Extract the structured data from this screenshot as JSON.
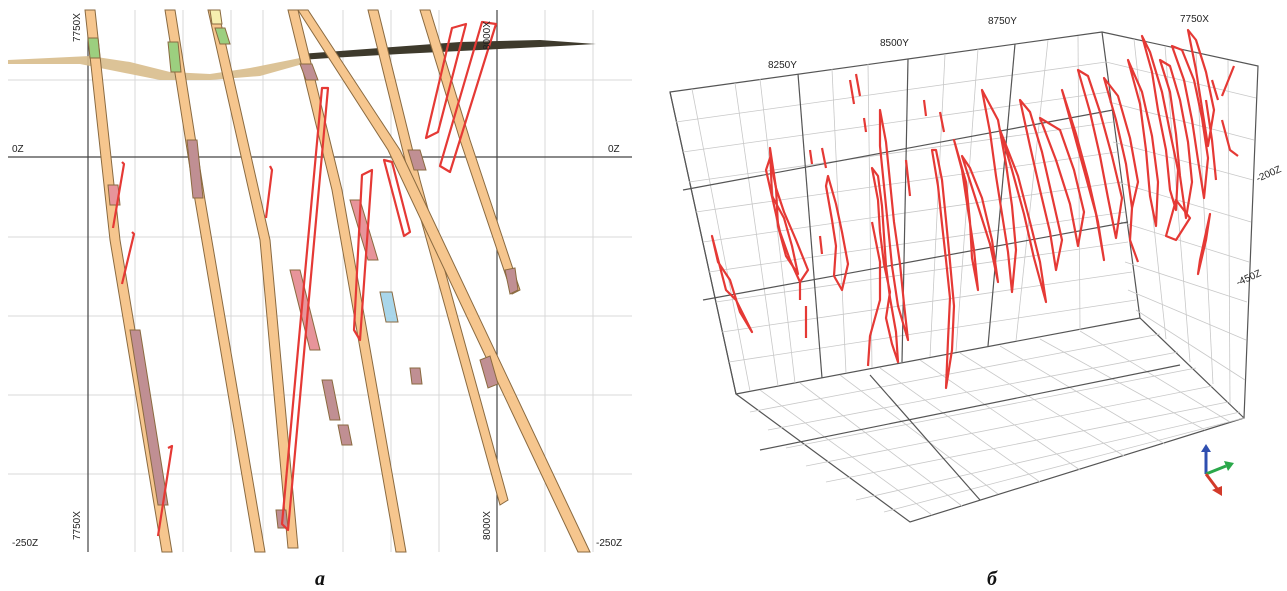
{
  "panel_a": {
    "caption": "а",
    "labels": {
      "x_top_left": "7750X",
      "x_top_right": "8000X",
      "z_left_top": "0Z",
      "z_right_top": "0Z",
      "x_bottom_left": "7750X",
      "x_bottom_right": "8000X",
      "z_left_bottom": "-250Z",
      "z_right_bottom": "-250Z"
    }
  },
  "panel_b": {
    "caption": "б",
    "labels": {
      "y_8250": "8250Y",
      "y_8500": "8500Y",
      "y_8750": "8750Y",
      "x_7750": "7750X",
      "z_minus_200": "-200Z",
      "z_minus_450": "-450Z"
    }
  },
  "colors": {
    "ore_outline": "#e53935",
    "drillhole_fill": "#f6c68e",
    "drillhole_edge": "#8a6a40",
    "assay_pink": "#e7949a",
    "assay_mauve": "#c08f93",
    "assay_green": "#9ccf7f",
    "assay_blue": "#a9d6ea",
    "grid_line": "#cccccc",
    "axis_line": "#444444",
    "topo_light": "#d6bb8a",
    "topo_dark": "#3e3a2c"
  },
  "icons": {
    "orientation_triad": "xyz-axes-icon"
  }
}
